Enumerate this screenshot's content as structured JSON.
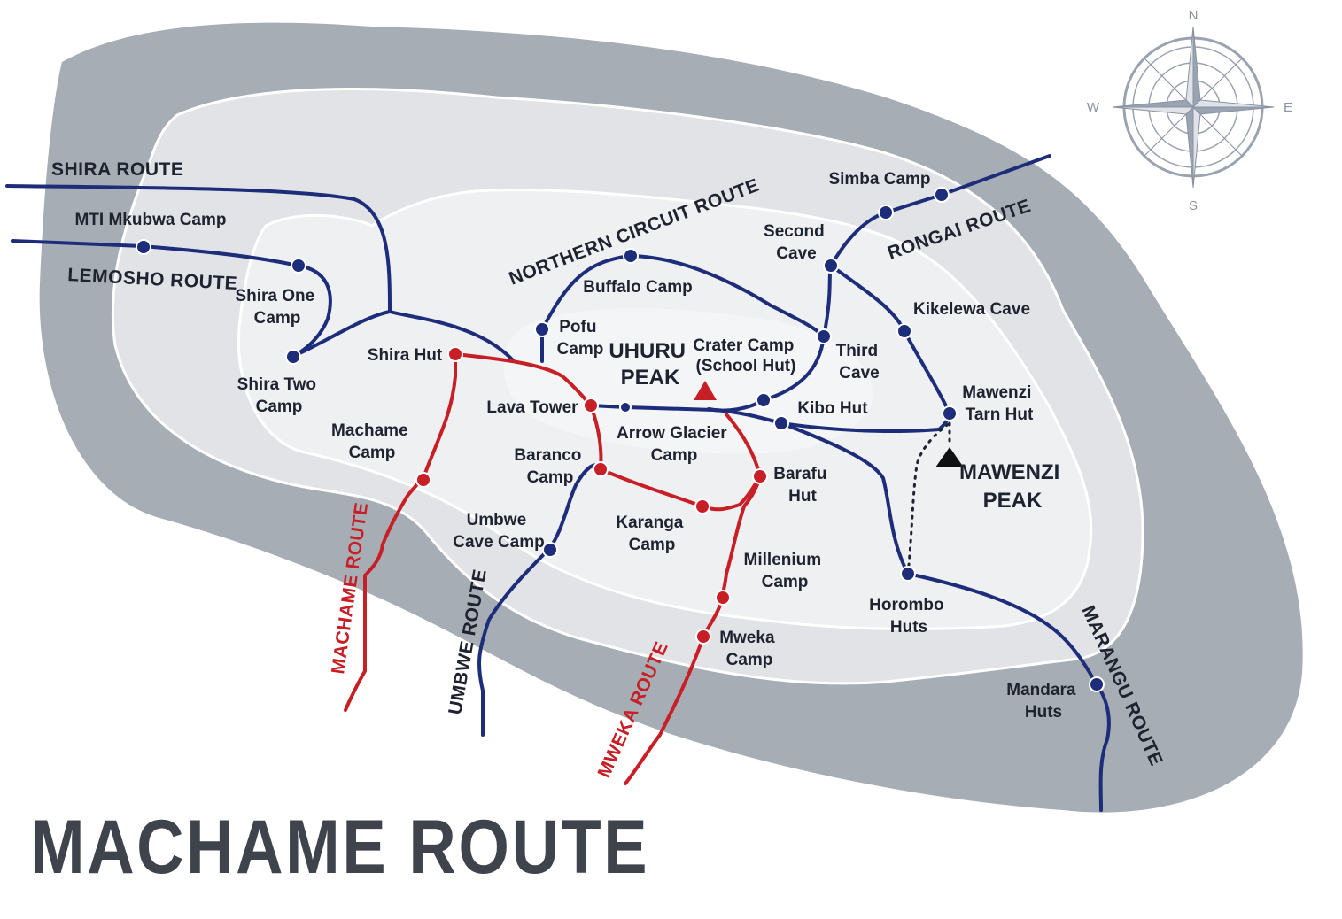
{
  "title": "MACHAME ROUTE",
  "colors": {
    "outer_zone": "#a7adb4",
    "middle_zone": "#e1e3e6",
    "inner_zone": "#eef0f2",
    "other_routes": "#1d2d7a",
    "machame_route": "#c81e25",
    "text": "#1f2330",
    "title": "#3f444c"
  },
  "compass": {
    "n": "N",
    "e": "E",
    "s": "S",
    "w": "W"
  },
  "peaks": {
    "uhuru": [
      "UHURU",
      "PEAK"
    ],
    "mawenzi": [
      "MAWENZI",
      "PEAK"
    ]
  },
  "routes": {
    "shira": "SHIRA ROUTE",
    "lemosho": "LEMOSHO ROUTE",
    "northern_circuit": "NORTHERN CIRCUIT ROUTE",
    "rongai": "RONGAI ROUTE",
    "machame": "MACHAME ROUTE",
    "umbwe": "UMBWE ROUTE",
    "mweka": "MWEKA ROUTE",
    "marangu": "MARANGU ROUTE"
  },
  "camps": {
    "mti_mkubwa": [
      "MTI Mkubwa Camp"
    ],
    "shira_one": [
      "Shira One",
      "Camp"
    ],
    "shira_two": [
      "Shira Two",
      "Camp"
    ],
    "shira_hut": [
      "Shira Hut"
    ],
    "machame_camp": [
      "Machame",
      "Camp"
    ],
    "lava_tower": [
      "Lava Tower"
    ],
    "baranco": [
      "Baranco",
      "Camp"
    ],
    "umbwe_cave": [
      "Umbwe",
      "Cave Camp"
    ],
    "karanga": [
      "Karanga",
      "Camp"
    ],
    "pofu": [
      "Pofu",
      "Camp"
    ],
    "buffalo": [
      "Buffalo Camp"
    ],
    "crater": [
      "Crater Camp",
      "(School Hut)"
    ],
    "arrow_glacier": [
      "Arrow Glacier",
      "Camp"
    ],
    "barafu": [
      "Barafu",
      "Hut"
    ],
    "millenium": [
      "Millenium",
      "Camp"
    ],
    "mweka_camp": [
      "Mweka",
      "Camp"
    ],
    "kibo": [
      "Kibo Hut"
    ],
    "third_cave": [
      "Third",
      "Cave"
    ],
    "second_cave": [
      "Second",
      "Cave"
    ],
    "simba": [
      "Simba Camp"
    ],
    "kikelewa": [
      "Kikelewa Cave"
    ],
    "mawenzi_tarn": [
      "Mawenzi",
      "Tarn Hut"
    ],
    "horombo": [
      "Horombo",
      "Huts"
    ],
    "mandara": [
      "Mandara",
      "Huts"
    ]
  }
}
